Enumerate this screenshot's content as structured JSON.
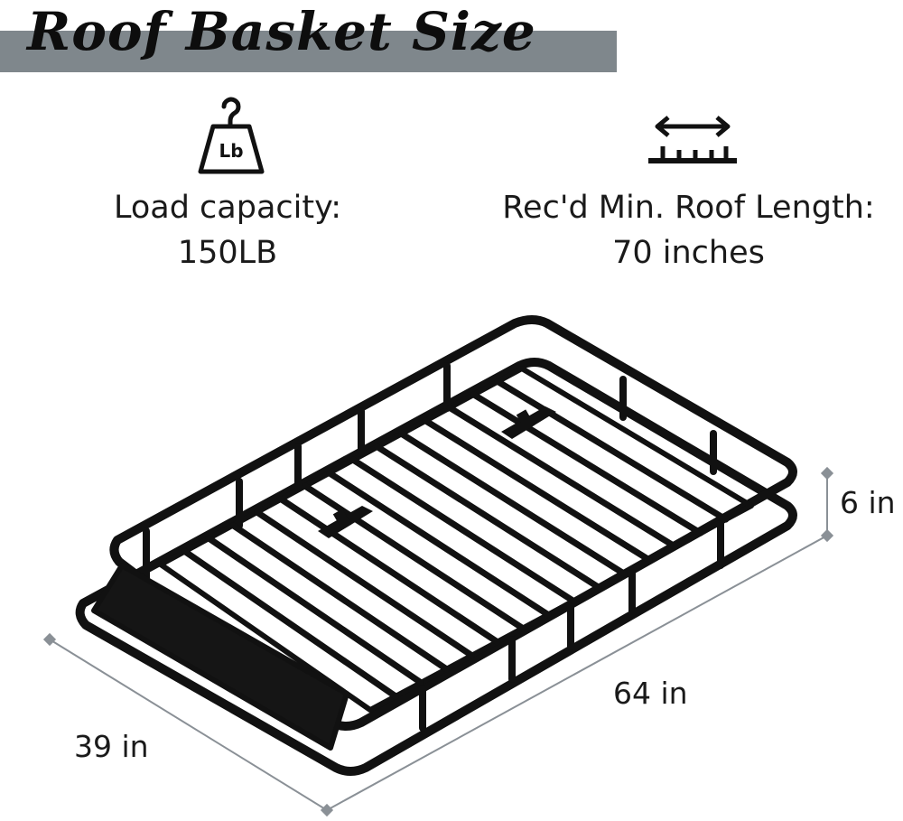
{
  "header": {
    "title": "Roof Basket Size"
  },
  "specs": {
    "load": {
      "icon": "weight-lb-icon",
      "icon_text": "Lb",
      "label": "Load capacity:",
      "value": "150LB"
    },
    "roof_length": {
      "icon": "length-arrow-icon",
      "label": "Rec'd Min. Roof Length:",
      "value": "70 inches"
    }
  },
  "dimensions": {
    "height": "6 in",
    "length": "64 in",
    "width": "39 in"
  },
  "colors": {
    "title_band": "#7f878c",
    "rack": "#111111",
    "dimension_lines": "#8a9096"
  }
}
